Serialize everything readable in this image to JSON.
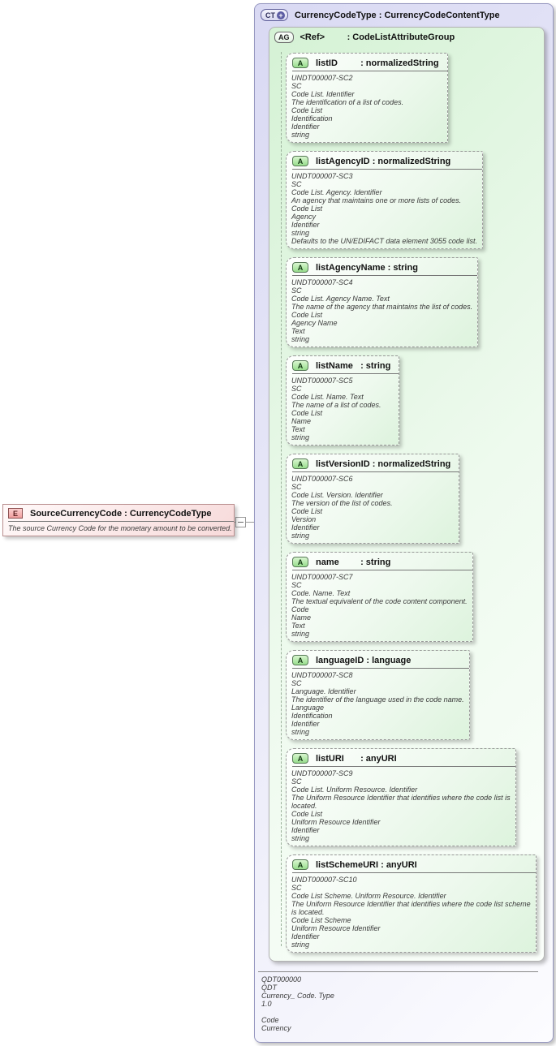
{
  "colors": {
    "element_pink": "#f7dada",
    "group_green": "#d5f2d5",
    "type_lavender": "#d9d9f3",
    "connector_gray": "#999999"
  },
  "element": {
    "badge": "E",
    "name": "SourceCurrencyCode",
    "type_label": ": CurrencyCodeType",
    "annotation": "The source Currency Code for the monetary amount to be converted."
  },
  "complex_type": {
    "badge": "CT",
    "plus_icon": "+",
    "name": "CurrencyCodeType",
    "type_label": ": CurrencyCodeContentType",
    "footer_lines": [
      "QDT000000",
      "QDT",
      "Currency_ Code. Type",
      "1.0",
      "",
      "Code",
      "Currency"
    ],
    "attribute_group": {
      "badge": "AG",
      "ref_label": "<Ref>",
      "type_label": ": CodeListAttributeGroup",
      "attributes": [
        {
          "badge": "A",
          "name": "listID",
          "type_label": ": normalizedString",
          "annotation": [
            "UNDT000007-SC2",
            "SC",
            "Code List. Identifier",
            "The identification of a list of codes.",
            "Code List",
            "Identification",
            "Identifier",
            "string"
          ]
        },
        {
          "badge": "A",
          "name": "listAgencyID",
          "type_label": ": normalizedString",
          "annotation": [
            "UNDT000007-SC3",
            "SC",
            "Code List. Agency. Identifier",
            "An agency that maintains one or more lists of codes.",
            "Code List",
            "Agency",
            "Identifier",
            "string",
            "Defaults to the UN/EDIFACT data element 3055 code list."
          ]
        },
        {
          "badge": "A",
          "name": "listAgencyName",
          "type_label": ": string",
          "annotation": [
            "UNDT000007-SC4",
            "SC",
            "Code List. Agency Name. Text",
            "The name of the agency that maintains the list of codes.",
            "Code List",
            "Agency Name",
            "Text",
            "string"
          ]
        },
        {
          "badge": "A",
          "name": "listName",
          "type_label": ": string",
          "annotation": [
            "UNDT000007-SC5",
            "SC",
            "Code List. Name. Text",
            "The name of a list of codes.",
            "Code List",
            "Name",
            "Text",
            "string"
          ]
        },
        {
          "badge": "A",
          "name": "listVersionID",
          "type_label": ": normalizedString",
          "annotation": [
            "UNDT000007-SC6",
            "SC",
            "Code List. Version. Identifier",
            "The version of the list of codes.",
            "Code List",
            "Version",
            "Identifier",
            "string"
          ]
        },
        {
          "badge": "A",
          "name": "name",
          "type_label": ": string",
          "annotation": [
            "UNDT000007-SC7",
            "SC",
            "Code. Name. Text",
            "The textual equivalent of the code content component.",
            "Code",
            "Name",
            "Text",
            "string"
          ]
        },
        {
          "badge": "A",
          "name": "languageID",
          "type_label": ": language",
          "annotation": [
            "UNDT000007-SC8",
            "SC",
            "Language. Identifier",
            "The identifier of the language used in the code name.",
            "Language",
            "Identification",
            "Identifier",
            "string"
          ]
        },
        {
          "badge": "A",
          "name": "listURI",
          "type_label": ": anyURI",
          "annotation": [
            "UNDT000007-SC9",
            "SC",
            "Code List. Uniform Resource. Identifier",
            "The Uniform Resource Identifier that identifies where the code list is",
            "located.",
            "Code List",
            "Uniform Resource Identifier",
            "Identifier",
            "string"
          ]
        },
        {
          "badge": "A",
          "name": "listSchemeURI",
          "type_label": ": anyURI",
          "annotation": [
            "UNDT000007-SC10",
            "SC",
            "Code List Scheme. Uniform Resource. Identifier",
            "The Uniform Resource Identifier that identifies where the code list scheme",
            "is located.",
            "Code List Scheme",
            "Uniform Resource Identifier",
            "Identifier",
            "string"
          ]
        }
      ]
    }
  }
}
